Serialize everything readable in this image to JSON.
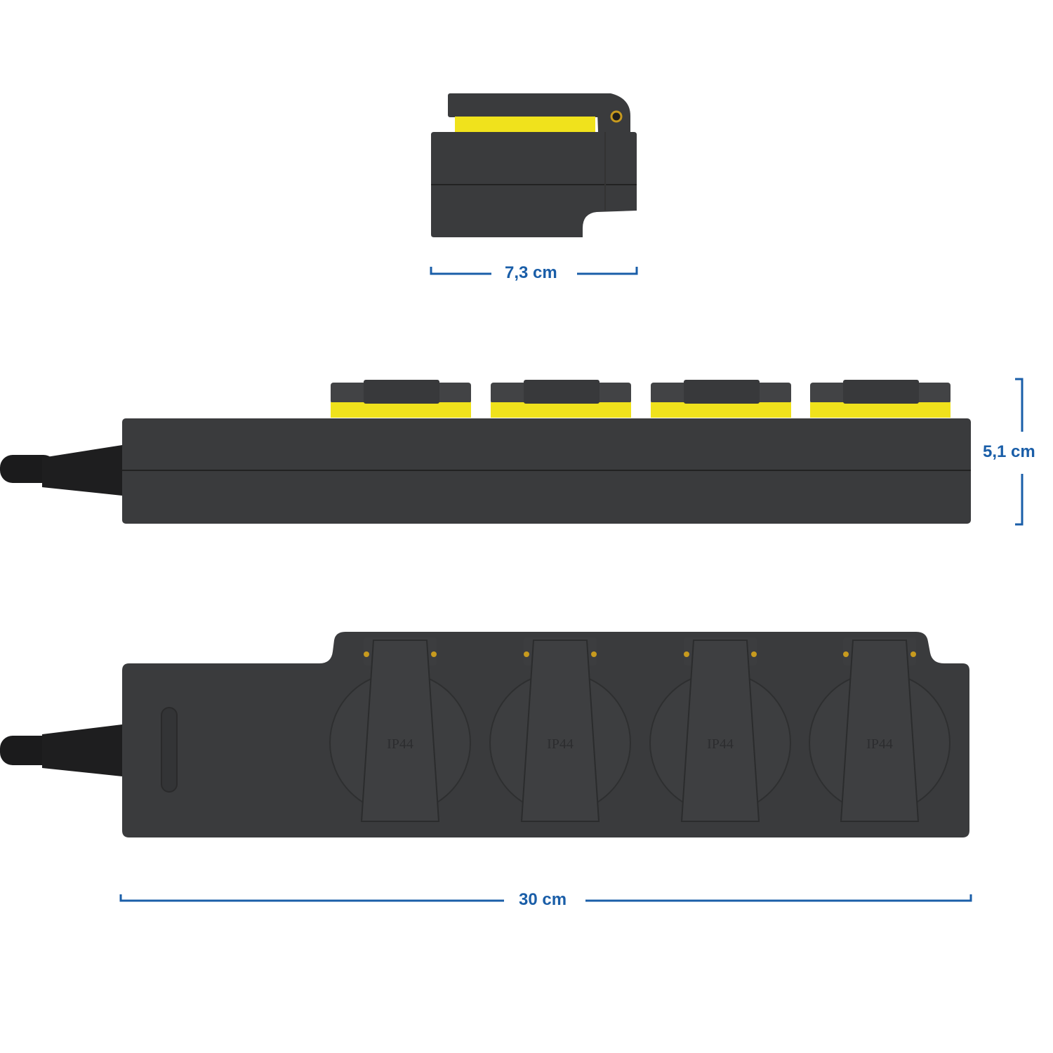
{
  "dimensions": {
    "depth": "7,3 cm",
    "height": "5,1 cm",
    "length": "30 cm"
  },
  "socket_labels": [
    "IP44",
    "IP44",
    "IP44",
    "IP44"
  ],
  "colors": {
    "body": "#3a3b3d",
    "accent_yellow": "#f0e21c",
    "dimension_blue": "#1a5ea8"
  }
}
